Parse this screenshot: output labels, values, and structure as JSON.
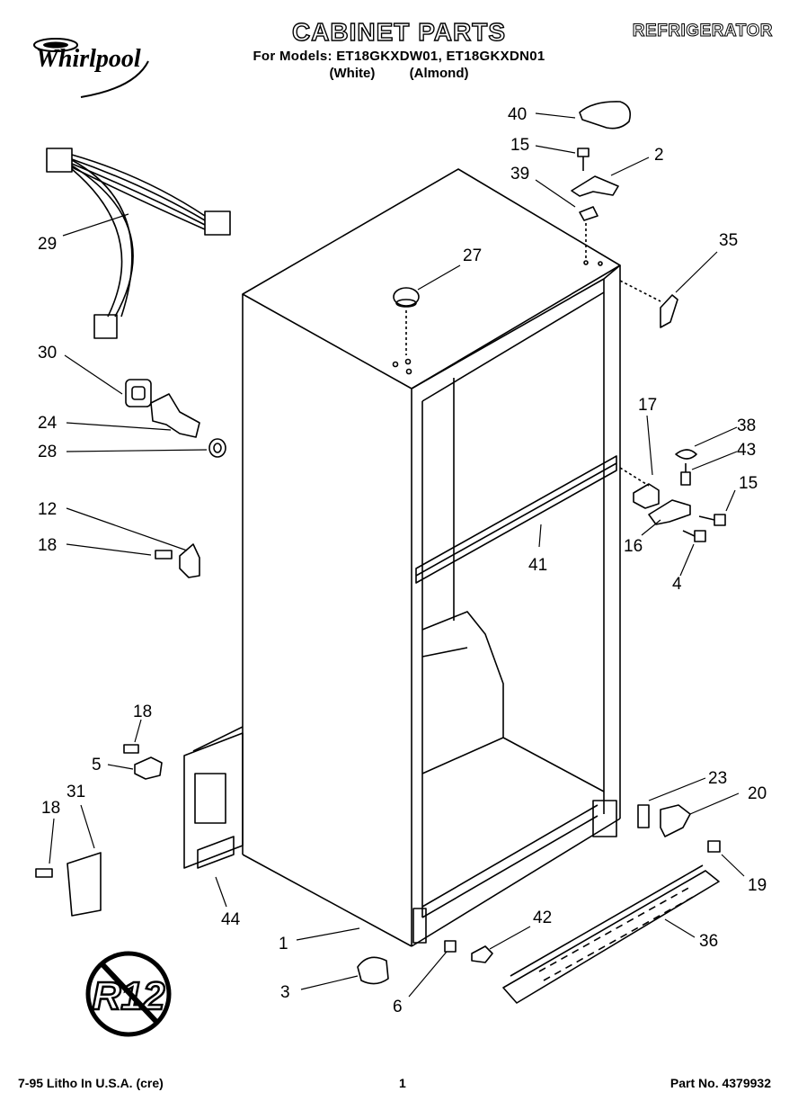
{
  "brand": {
    "name": "Whirlpool"
  },
  "header": {
    "title": "CABINET PARTS",
    "models_line": "For Models: ET18GKXDW01, ET18GKXDN01",
    "variant_white": "(White)",
    "variant_almond": "(Almond)",
    "product": "REFRIGERATOR"
  },
  "callouts": [
    "40",
    "15",
    "2",
    "39",
    "35",
    "27",
    "29",
    "30",
    "24",
    "28",
    "12",
    "18",
    "17",
    "38",
    "43",
    "15",
    "16",
    "41",
    "4",
    "18",
    "5",
    "18",
    "31",
    "44",
    "23",
    "20",
    "19",
    "42",
    "36",
    "1",
    "3",
    "6"
  ],
  "footer": {
    "print_info": "7-95 Litho In U.S.A. (cre)",
    "page": "1",
    "part_no": "Part No. 4379932"
  },
  "badge": {
    "text": "R12"
  }
}
